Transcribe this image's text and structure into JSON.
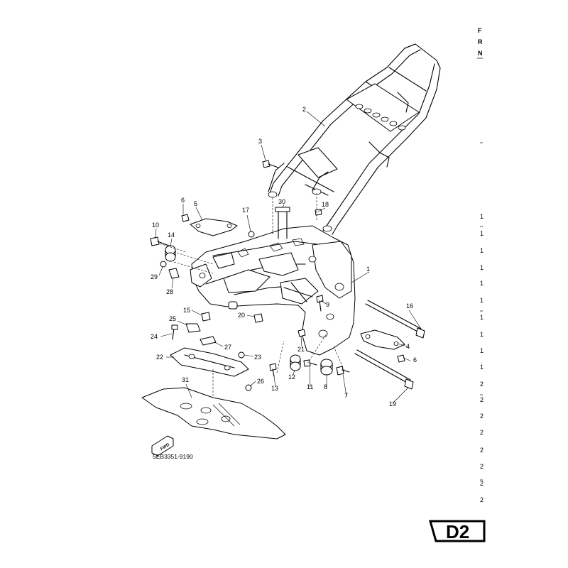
{
  "diagram": {
    "part_code": "5EB3351-9190",
    "page_code": "D2",
    "fwd_label": "FWD",
    "edge_letters": [
      "F",
      "R",
      "N"
    ],
    "edge_digits": [
      "1",
      "1",
      "1",
      "1",
      "1",
      "1",
      "1",
      "1",
      "1",
      "1",
      "2",
      "2",
      "2",
      "2",
      "2",
      "2",
      "2",
      "2"
    ],
    "callouts": [
      "1",
      "2",
      "3",
      "4",
      "5",
      "6",
      "6",
      "7",
      "8",
      "9",
      "10",
      "11",
      "12",
      "13",
      "14",
      "15",
      "16",
      "17",
      "18",
      "19",
      "20",
      "21",
      "22",
      "23",
      "24",
      "25",
      "26",
      "27",
      "28",
      "29",
      "30",
      "31"
    ]
  }
}
